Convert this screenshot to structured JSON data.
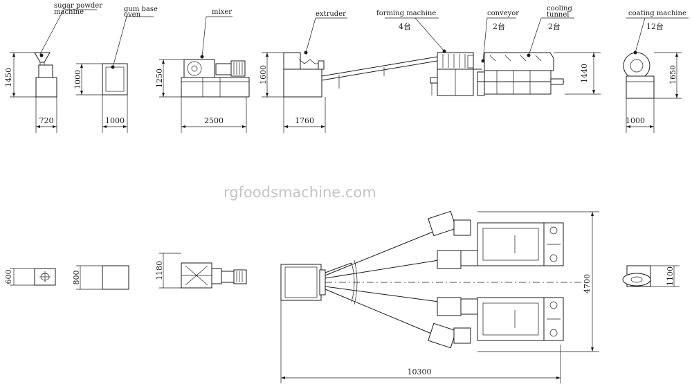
{
  "watermark": "rgfoodsmachine.com",
  "labels": {
    "sugar_powder_1": "sugar powder",
    "sugar_powder_2": "machine",
    "gum_base_1": "gum base",
    "gum_base_2": "oven",
    "mixer": "mixer",
    "extruder": "extruder",
    "forming": "forming machine",
    "conveyor": "conveyor",
    "cooling_1": "cooling",
    "cooling_2": "tunnel",
    "coating": "coating machine"
  },
  "quantities": {
    "forming": "4台",
    "conveyor": "2台",
    "cooling": "2台",
    "coating": "12台"
  },
  "dimensions": {
    "sugar_h": "1450",
    "sugar_w": "720",
    "oven_h": "1000",
    "oven_w": "1000",
    "mixer_h": "1250",
    "mixer_w": "2500",
    "extruder_h": "1600",
    "extruder_w": "1760",
    "tunnel_h": "1440",
    "coating_h": "1650",
    "coating_w": "1000",
    "plan_sugar": "600",
    "plan_oven": "800",
    "plan_mixer": "1180",
    "plan_total_w": "10300",
    "plan_total_h": "4700",
    "plan_coating": "1100"
  }
}
